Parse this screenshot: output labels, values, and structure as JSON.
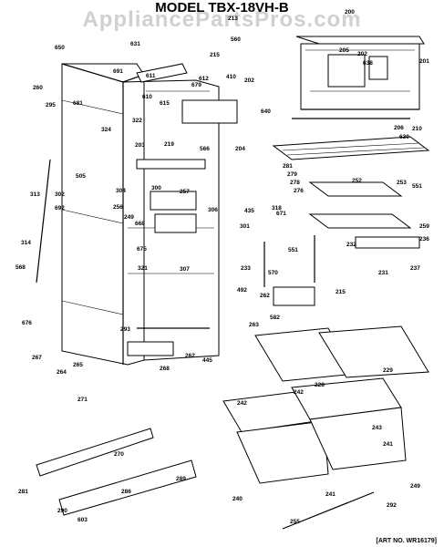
{
  "title": "MODEL TBX-18VH-B",
  "watermark": "AppliancePartsPros.com",
  "art_number": "[ART NO. WR16179]",
  "part_labels": [
    "650",
    "631",
    "213",
    "560",
    "200",
    "215",
    "205",
    "202",
    "638",
    "201",
    "691",
    "612",
    "679",
    "260",
    "611",
    "410",
    "610",
    "202",
    "295",
    "681",
    "615",
    "322",
    "324",
    "640",
    "206",
    "210",
    "630",
    "313",
    "314",
    "203",
    "219",
    "566",
    "204",
    "281",
    "279",
    "278",
    "276",
    "252",
    "253",
    "551",
    "505",
    "304",
    "300",
    "257",
    "302",
    "692",
    "256",
    "249",
    "306",
    "435",
    "318",
    "671",
    "259",
    "236",
    "237",
    "668",
    "301",
    "675",
    "307",
    "233",
    "570",
    "232",
    "551",
    "231",
    "568",
    "321",
    "215",
    "492",
    "262",
    "582",
    "676",
    "293",
    "263",
    "267",
    "264",
    "265",
    "268",
    "262",
    "445",
    "228",
    "229",
    "271",
    "242",
    "242",
    "243",
    "241",
    "270",
    "289",
    "281",
    "290",
    "603",
    "286",
    "240",
    "241",
    "249",
    "292",
    "255"
  ]
}
